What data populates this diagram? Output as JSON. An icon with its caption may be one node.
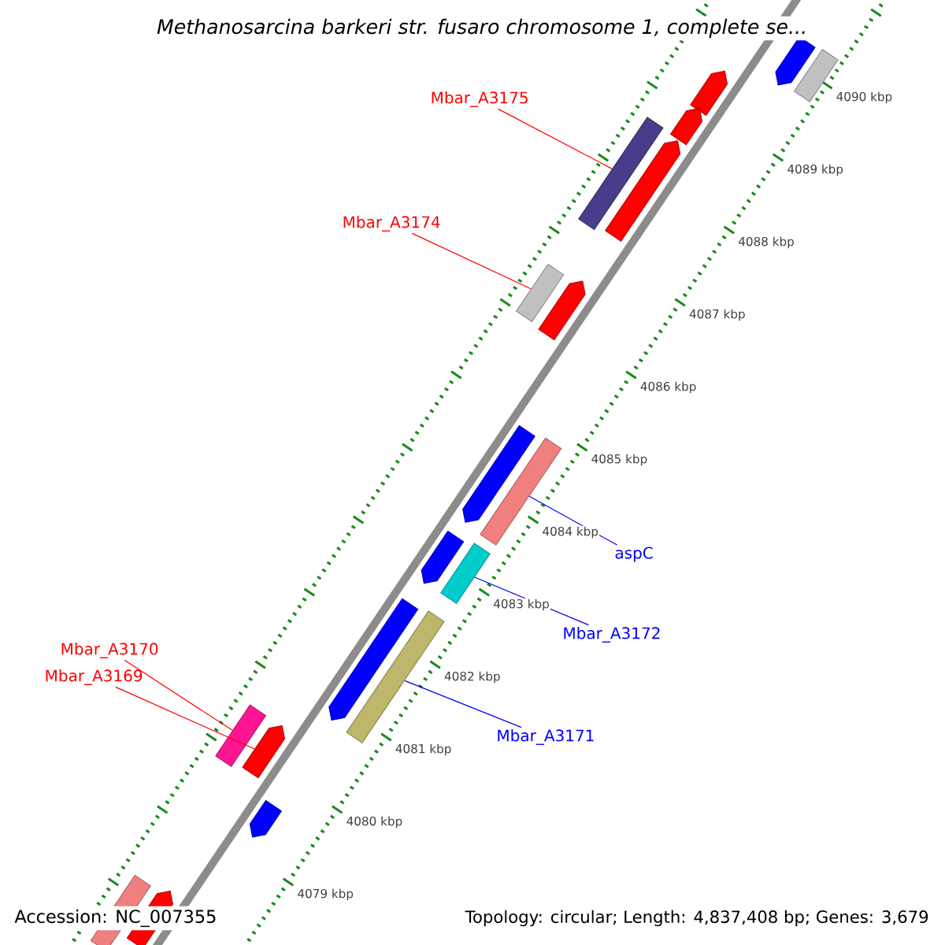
{
  "diagram": {
    "title": "Methanosarcina barkeri str. fusaro chromosome 1, complete se...",
    "nodes": [
      {
        "text": [
          "Mbar_A3175"
        ]
      },
      {
        "text": [],
        "shape": "box"
      },
      {
        "text": [
          "Mbar_A3174"
        ]
      },
      {
        "text": [],
        "shape": "box"
      },
      {
        "text": [
          "aspC"
        ]
      },
      {
        "text": [],
        "shape": "box"
      },
      {
        "text": [
          "Mbar_A3172"
        ]
      },
      {
        "text": [],
        "shape": "box"
      },
      {
        "text": [
          "Mbar_A3171"
        ]
      },
      {
        "text": [],
        "shape": "box"
      },
      {
        "text": [
          "Mbar_A3170"
        ]
      },
      {
        "text": [
          "Mbar_A3169"
        ]
      },
      {
        "text": [],
        "shape": "box"
      },
      {
        "text": [],
        "shape": "pentagon"
      },
      {
        "text": [],
        "shape": "pentagon"
      },
      {
        "text": [],
        "shape": "box"
      },
      {
        "text": [],
        "shape": "pentagon"
      },
      {
        "text": [],
        "shape": "pentagon"
      },
      {
        "text": [],
        "shape": "pentagon"
      },
      {
        "text": [],
        "shape": "pentagon"
      },
      {
        "text": [],
        "shape": "pentagon"
      },
      {
        "text": [],
        "shape": "pentagon"
      },
      {
        "text": [],
        "shape": "pentagon"
      },
      {
        "text": [],
        "shape": "pentagon"
      },
      {
        "text": [],
        "shape": "box"
      },
      {
        "text": [],
        "shape": "pentagon"
      }
    ],
    "edges": [
      {
        "from": 0,
        "to": 1,
        "arrow": "none"
      },
      {
        "from": 2,
        "to": 3,
        "arrow": "none"
      },
      {
        "from": 4,
        "to": 5,
        "arrow": "none",
        "color": "#0000ff"
      },
      {
        "from": 6,
        "to": 7,
        "arrow": "none",
        "color": "#0000ff"
      },
      {
        "from": 8,
        "to": 9,
        "arrow": "none",
        "color": "#0000ff"
      },
      {
        "from": 10,
        "to": 12,
        "arrow": "none"
      },
      {
        "from": 11,
        "to": 13,
        "arrow": "none"
      }
    ],
    "labels": [
      "4079 kbp",
      "4080 kbp",
      "4081 kbp",
      "4082 kbp",
      "4083 kbp",
      "4084 kbp",
      "4085 kbp",
      "4086 kbp",
      "4087 kbp",
      "4088 kbp",
      "4089 kbp",
      "4090 kbp",
      "Accession: NC_007355",
      "Topology: circular; Length: 4,837,408 bp; Genes: 3,679"
    ]
  }
}
